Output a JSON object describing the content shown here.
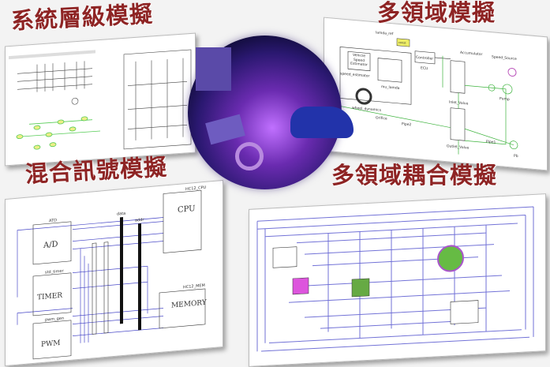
{
  "titles": {
    "system_level": "系統層級模擬",
    "multi_domain": "多領域模擬",
    "mixed_signal": "混合訊號模擬",
    "multi_domain_coupled": "多領域耦合模擬"
  },
  "multi_domain": {
    "lamda_ref": "lamda_ref",
    "const": "const",
    "controller": "Controller",
    "ecu": "ECU",
    "vehicle_speed_estimator": "Vehicle Speed Estimator",
    "speed_estimator": "speed_estimator",
    "mu_lamda": "mu_lamda",
    "wheel_dynamics": "wheel_dynamics",
    "accumulator": "Accumulator",
    "speed_source": "Speed_Source",
    "pump": "Pump",
    "inlet_valve": "Inlet_Valve",
    "outlet_valve": "Outlet_Valve",
    "orifice": "Orifice",
    "pipe2": "Pipe2",
    "pipe1": "Pipe1",
    "pb": "Pb"
  },
  "mixed_signal": {
    "cpu_title": "HC12_CPU",
    "cpu": "CPU",
    "mem_title": "HC12_MEM",
    "memory": "MEMORY",
    "ad": "A/D",
    "timer": "TIMER",
    "pwm": "PWM",
    "atd": "ATD",
    "std_timer": "std_timer",
    "pwm_gen": "pwm_gen",
    "data": "data",
    "addr": "addr"
  },
  "colors": {
    "title": "#8e2424",
    "wire_blue": "#4b4bc8",
    "wire_green": "#3db33d"
  }
}
